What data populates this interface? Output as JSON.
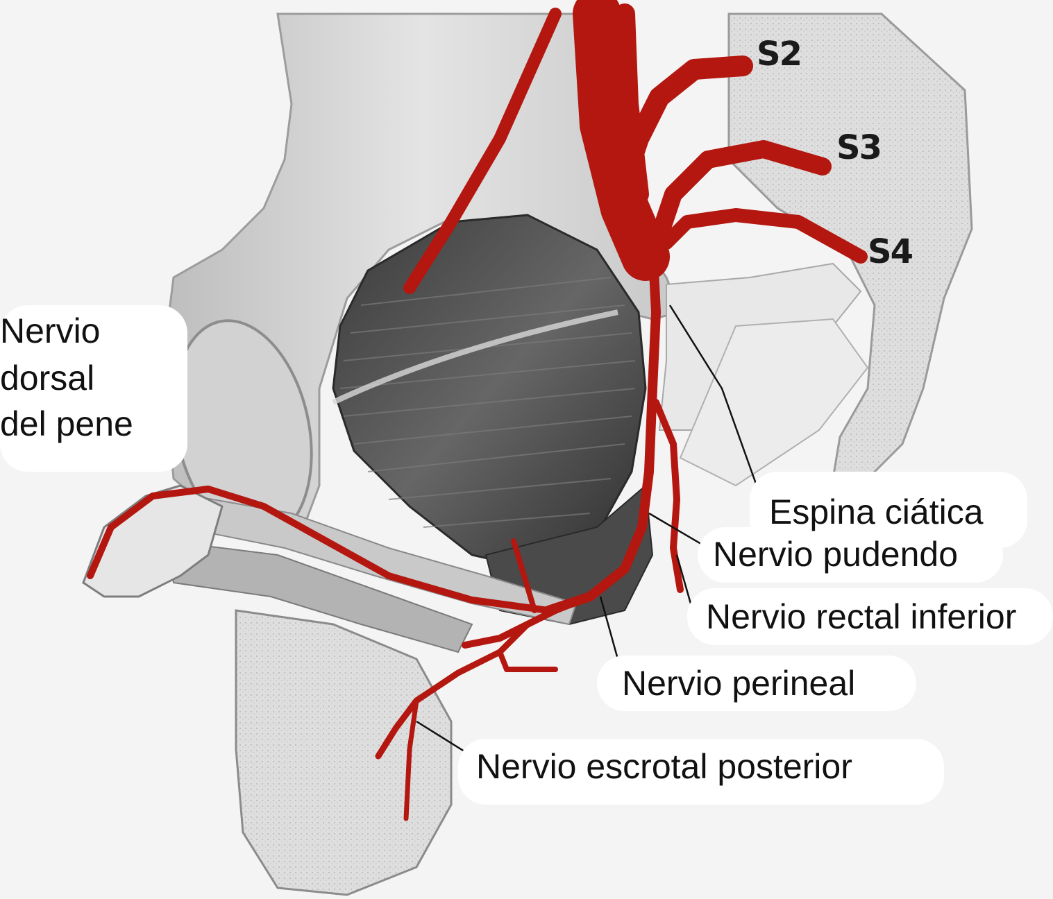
{
  "labels": {
    "dorsal": [
      "Nervio",
      "dorsal",
      "del pene"
    ],
    "ischial_spine": "Espina ciática",
    "pudendal": "Nervio pudendo",
    "inferior_rectal": "Nervio rectal inferior",
    "perineal": "Nervio perineal",
    "posterior_scrotal": "Nervio escrotal posterior",
    "s2": "S2",
    "s3": "S3",
    "s4": "S4"
  },
  "colors": {
    "nerve": "#b3170f",
    "bone": "#d9d9d9",
    "muscle": "#5c5c5c",
    "background": "#f4f4f4"
  }
}
